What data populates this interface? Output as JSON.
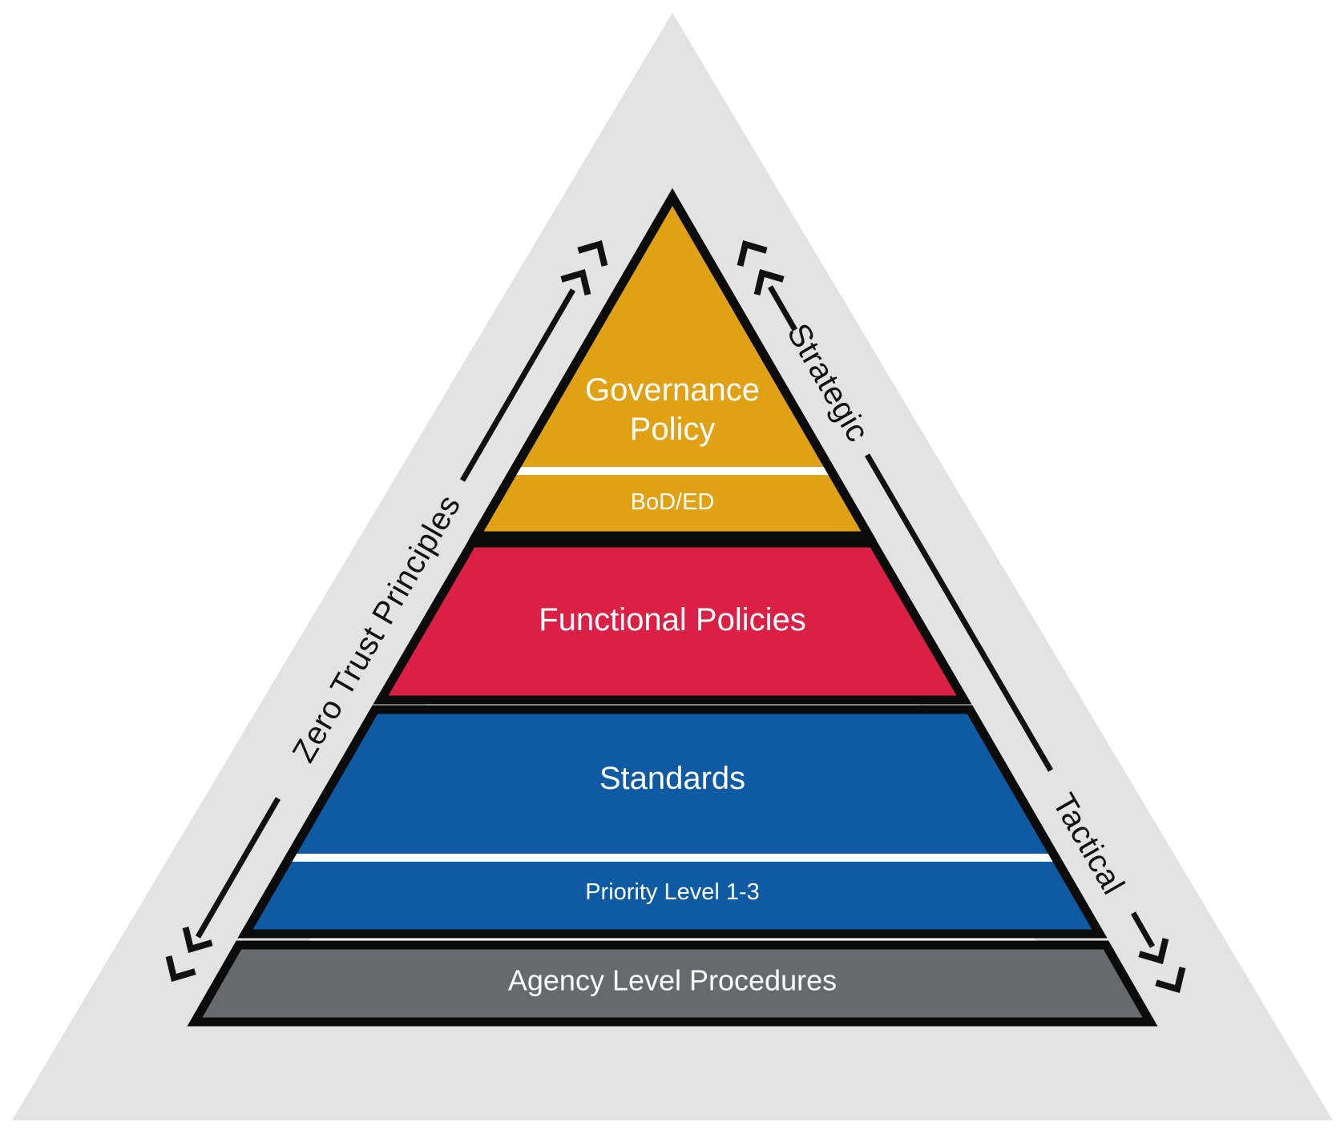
{
  "diagram": {
    "type": "layered-pyramid",
    "layers": [
      {
        "title_line1": "Governance",
        "title_line2": "Policy",
        "subtitle": "BoD/ED",
        "color": "#E0A214"
      },
      {
        "title": "Functional Policies",
        "color": "#DC2045"
      },
      {
        "title": "Standards",
        "subtitle": "Priority Level 1-3",
        "color": "#0E5AA3"
      },
      {
        "title": "Agency Level Procedures",
        "color": "#66696D"
      }
    ],
    "side_labels": {
      "left": "Zero Trust Principles",
      "right_top": "Strategic",
      "right_bottom": "Tactical"
    },
    "colors": {
      "background_triangle": "#E3E3E3",
      "outline": "#0B0B0B",
      "divider": "#FFFFFF",
      "gap": "#FFFFFF",
      "gap_shadow": "#DEDEDE",
      "layer_text": "#FFFFFF",
      "side_text": "#111111"
    }
  }
}
